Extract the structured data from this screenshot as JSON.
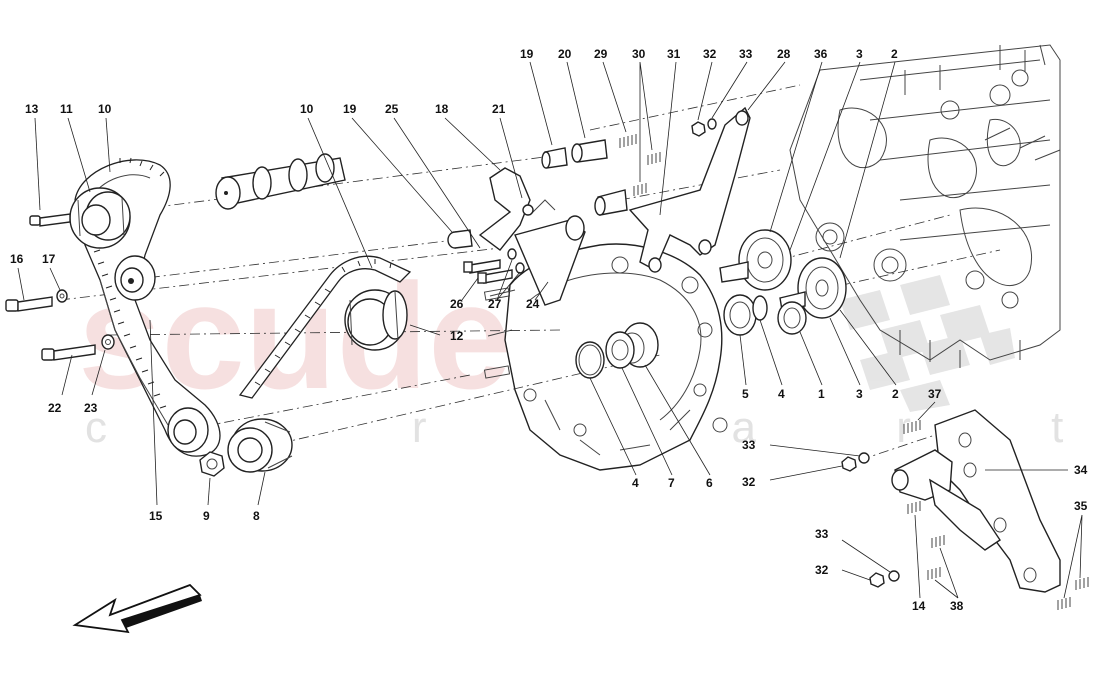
{
  "watermark": {
    "main": "scuderia",
    "sub": "c a r p a r t s"
  },
  "callouts": [
    {
      "id": "c13a",
      "label": "13"
    },
    {
      "id": "c11",
      "label": "11"
    },
    {
      "id": "c10a",
      "label": "10"
    },
    {
      "id": "c16",
      "label": "16"
    },
    {
      "id": "c17",
      "label": "17"
    },
    {
      "id": "c22",
      "label": "22"
    },
    {
      "id": "c23",
      "label": "23"
    },
    {
      "id": "c15",
      "label": "15"
    },
    {
      "id": "c9",
      "label": "9"
    },
    {
      "id": "c8",
      "label": "8"
    },
    {
      "id": "c10b",
      "label": "10"
    },
    {
      "id": "c19a",
      "label": "19"
    },
    {
      "id": "c25",
      "label": "25"
    },
    {
      "id": "c18",
      "label": "18"
    },
    {
      "id": "c21",
      "label": "21"
    },
    {
      "id": "c12",
      "label": "12"
    },
    {
      "id": "c26",
      "label": "26"
    },
    {
      "id": "c27",
      "label": "27"
    },
    {
      "id": "c24",
      "label": "24"
    },
    {
      "id": "c19b",
      "label": "19"
    },
    {
      "id": "c20",
      "label": "20"
    },
    {
      "id": "c29",
      "label": "29"
    },
    {
      "id": "c30",
      "label": "30"
    },
    {
      "id": "c31",
      "label": "31"
    },
    {
      "id": "c32a",
      "label": "32"
    },
    {
      "id": "c33a",
      "label": "33"
    },
    {
      "id": "c28",
      "label": "28"
    },
    {
      "id": "c36",
      "label": "36"
    },
    {
      "id": "c3a",
      "label": "3"
    },
    {
      "id": "c2a",
      "label": "2"
    },
    {
      "id": "c5",
      "label": "5"
    },
    {
      "id": "c4a",
      "label": "4"
    },
    {
      "id": "c1",
      "label": "1"
    },
    {
      "id": "c3b",
      "label": "3"
    },
    {
      "id": "c2b",
      "label": "2"
    },
    {
      "id": "c4b",
      "label": "4"
    },
    {
      "id": "c7",
      "label": "7"
    },
    {
      "id": "c6",
      "label": "6"
    },
    {
      "id": "c37",
      "label": "37"
    },
    {
      "id": "c33b",
      "label": "33"
    },
    {
      "id": "c32b",
      "label": "32"
    },
    {
      "id": "c34",
      "label": "34"
    },
    {
      "id": "c35",
      "label": "35"
    },
    {
      "id": "c33c",
      "label": "33"
    },
    {
      "id": "c32c",
      "label": "32"
    },
    {
      "id": "c14",
      "label": "14"
    },
    {
      "id": "c38",
      "label": "38"
    }
  ]
}
